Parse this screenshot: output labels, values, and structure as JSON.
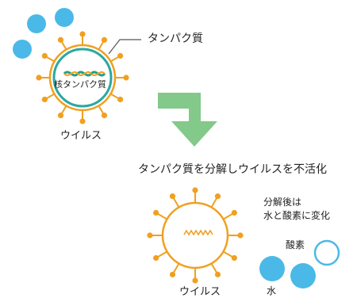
{
  "diagram": {
    "top_virus": {
      "protein_label": "タンパク質",
      "nucleus_label": "核タンパク質",
      "virus_label": "ウイルス"
    },
    "process_label": "タンパク質を分解しウイルスを不活化",
    "bottom_virus": {
      "virus_label": "ウイルス",
      "note_line1": "分解後は",
      "note_line2": "水と酸素に変化",
      "oxygen_label": "酸素",
      "water_label": "水"
    },
    "colors": {
      "ring": "#f0a020",
      "shell": "#2aa8a0",
      "water": "#4bb9e8",
      "arrow": "#82c98a",
      "nucleus": "#1fa08c"
    },
    "icons": [
      "virus-icon",
      "arrow-down-right-icon",
      "water-drop-icon",
      "oxygen-bubble-icon"
    ]
  }
}
